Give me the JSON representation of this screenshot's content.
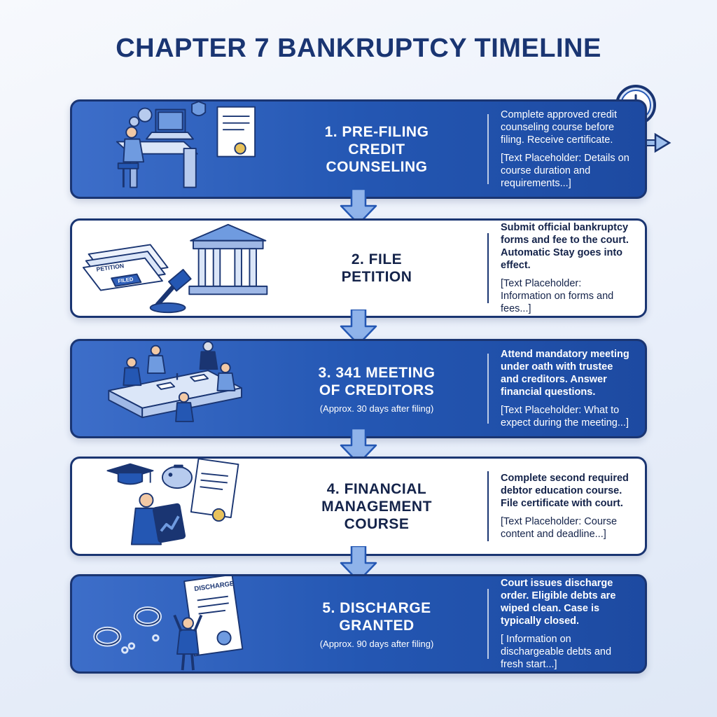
{
  "title": "CHAPTER 7 BANKRUPTCY TIMELINE",
  "colors": {
    "dark_navy": "#1a3572",
    "blue": "#2457b3",
    "light_blue": "#6f9be0",
    "white": "#ffffff"
  },
  "steps": [
    {
      "heading": "1. PRE-FILING\nCREDIT\nCOUNSELING",
      "note": "",
      "description": "Complete approved credit counseling course before filing. Receive certificate.",
      "placeholder": "[Text Placeholder: Details on course duration and requirements...]",
      "icon": "person-at-laptop-certificate"
    },
    {
      "heading": "2. FILE\nPETITION",
      "note": "",
      "description": "Submit official bankruptcy forms and fee to the court. Automatic Stay goes into effect.",
      "placeholder": "[Text Placeholder: Information on forms and fees...]",
      "icon": "courthouse-gavel-petition",
      "illustration_text": {
        "petition": "PETITION",
        "filed": "FILED"
      }
    },
    {
      "heading": "3. 341 MEETING\nOF CREDITORS",
      "note": "(Approx. 30 days after filing)",
      "description": "Attend mandatory meeting under oath with trustee and creditors. Answer financial questions.",
      "placeholder": "[Text Placeholder: What to expect during the meeting...]",
      "icon": "meeting-table"
    },
    {
      "heading": "4. FINANCIAL\nMANAGEMENT\nCOURSE",
      "note": "",
      "description": "Complete second required debtor education course. File certificate with court.",
      "placeholder": "[Text Placeholder: Course content and deadline...]",
      "icon": "graduation-piggy-bank-tablet"
    },
    {
      "heading": "5. DISCHARGE\nGRANTED",
      "note": "(Approx. 90 days after filing)",
      "description": "Court issues discharge order. Eligible debts are wiped clean. Case is typically closed.",
      "placeholder": "[ Information on dischargeable debts and fresh start...]",
      "icon": "broken-shackles-discharge",
      "illustration_text": {
        "discharge": "DISCHARGE"
      }
    }
  ]
}
